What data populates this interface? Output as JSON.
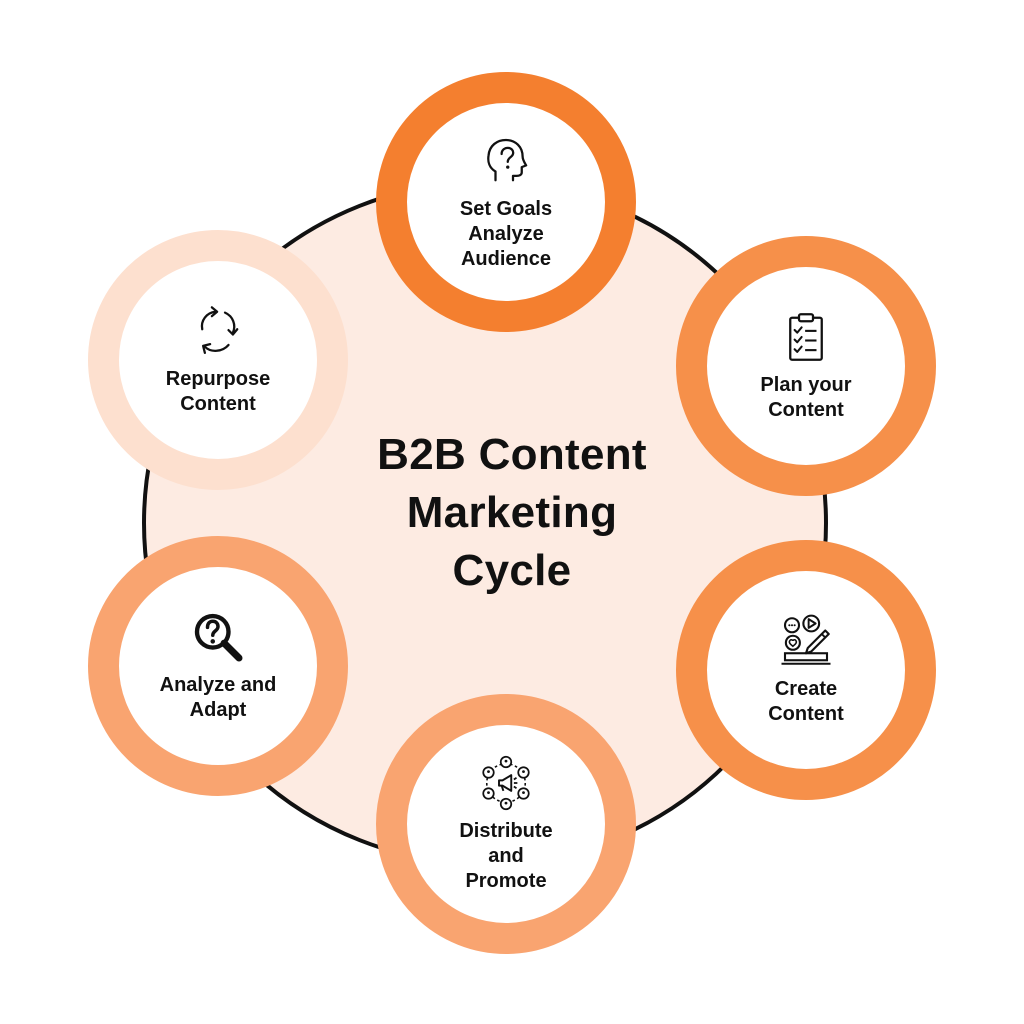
{
  "title_lines": [
    "B2B Content",
    "Marketing",
    "Cycle"
  ],
  "colors": {
    "hub_fill": "#fdebe2",
    "ring_dark": "#f47f2f",
    "ring_mid": "#f6904a",
    "ring_soft": "#f9a470",
    "ring_light": "#fde0cf"
  },
  "stages": [
    {
      "icon": "thinking-person-icon",
      "label_lines": [
        "Set Goals",
        "Analyze",
        "Audience"
      ]
    },
    {
      "icon": "clipboard-checklist-icon",
      "label_lines": [
        "Plan your",
        "Content"
      ]
    },
    {
      "icon": "content-creation-icon",
      "label_lines": [
        "Create",
        "Content"
      ]
    },
    {
      "icon": "network-megaphone-icon",
      "label_lines": [
        "Distribute",
        "and",
        "Promote"
      ]
    },
    {
      "icon": "magnifier-question-icon",
      "label_lines": [
        "Analyze and",
        "Adapt"
      ]
    },
    {
      "icon": "recycle-arrows-icon",
      "label_lines": [
        "Repurpose",
        "Content"
      ]
    }
  ]
}
